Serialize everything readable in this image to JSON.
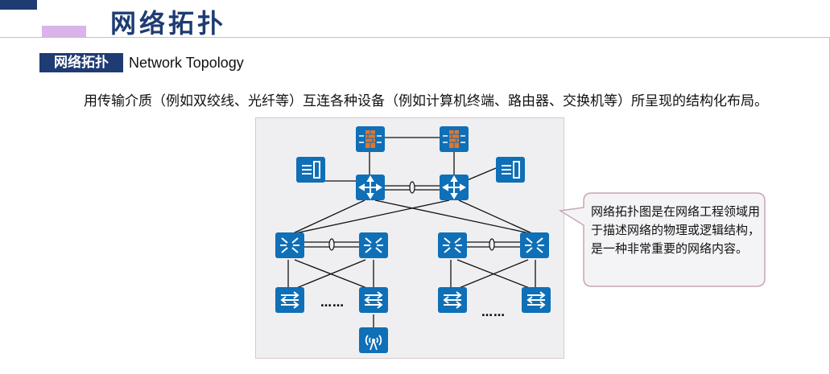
{
  "header": {
    "title": "网络拓扑"
  },
  "section": {
    "tag": "网络拓扑",
    "subtitle": "Network Topology"
  },
  "body": {
    "paragraph": "用传输介质（例如双绞线、光纤等）互连各种设备（例如计算机终端、路由器、交换机等）所呈现的结构化布局。"
  },
  "diagram": {
    "devices": [
      "firewall",
      "firewall",
      "server",
      "router",
      "router",
      "server",
      "core-switch",
      "core-switch",
      "core-switch",
      "core-switch",
      "access-switch",
      "access-switch",
      "access-switch",
      "access-switch",
      "wireless-ap"
    ],
    "ellipsis_left": "……",
    "ellipsis_right": "……"
  },
  "callout": {
    "text": "网络拓扑图是在网络工程领域用于描述网络的物理或逻辑结构，是一种非常重要的网络内容。"
  },
  "colors": {
    "brand": "#1f3b73",
    "device": "#0f6fb7",
    "firewall_brick": "#e0762e"
  }
}
